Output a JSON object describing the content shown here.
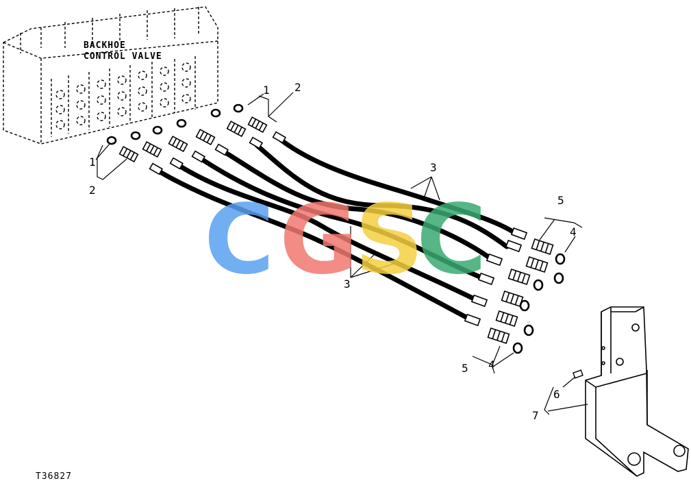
{
  "valve": {
    "line1": "BACKHOE",
    "line2": "CONTROL VALVE"
  },
  "callouts": {
    "c1": "1",
    "c2": "2",
    "c3": "3",
    "c4": "4",
    "c5": "5",
    "c6": "6",
    "c7": "7"
  },
  "figure_id": "T36827",
  "watermark": {
    "letters": [
      "C",
      "G",
      "S",
      "C"
    ],
    "colors": [
      "#5aa0f0",
      "#f07870",
      "#f5d040",
      "#3aaa70"
    ]
  }
}
